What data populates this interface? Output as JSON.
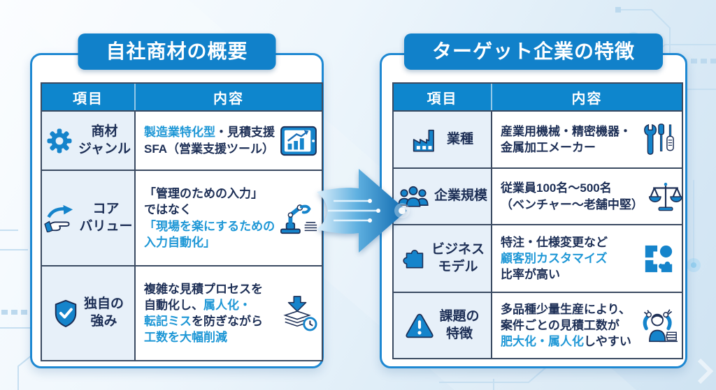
{
  "colors": {
    "accent": "#1e97d6",
    "dark": "#1c2e55",
    "header_bg": "#0e86cd",
    "badge_bg": "#1181ca",
    "item_bg": "#e7f0f9",
    "table_border": "#3a4a61",
    "card_border": "#1e88d2",
    "icon_blue": "#1584cb"
  },
  "left_card": {
    "title": "自社商材の概要",
    "columns": {
      "item": "項目",
      "content": "内容"
    },
    "rows": [
      {
        "icon": "gear-icon",
        "label": "商材\nジャンル",
        "content_icon": "tablet-chart-icon",
        "segments": [
          {
            "style": "accent",
            "text": "製造業特化型"
          },
          {
            "style": "dark",
            "text": "・見積支援\nSFA（営業支援ツール）"
          }
        ]
      },
      {
        "icon": "hand-arrow-icon",
        "label": "コア\nバリュー",
        "content_icon": "robot-arm-icon",
        "segments": [
          {
            "style": "dark",
            "text": "「管理のための入力」\nではなく\n"
          },
          {
            "style": "accent",
            "text": "「現場を楽にするための\n入力自動化」"
          }
        ]
      },
      {
        "icon": "shield-check-icon",
        "label": "独自の\n強み",
        "content_icon": "papers-clock-icon",
        "segments": [
          {
            "style": "dark",
            "text": "複雑な見積プロセスを\n自動化し、"
          },
          {
            "style": "accent",
            "text": "属人化・\n転記ミス"
          },
          {
            "style": "dark",
            "text": "を防ぎながら\n"
          },
          {
            "style": "accent",
            "text": "工数を大幅削減"
          }
        ]
      }
    ]
  },
  "right_card": {
    "title": "ターゲット企業の特徴",
    "columns": {
      "item": "項目",
      "content": "内容"
    },
    "rows": [
      {
        "icon": "factory-icon",
        "label": "業種",
        "content_icon": "tools-icon",
        "segments": [
          {
            "style": "dark",
            "text": "産業用機械・精密機器・\n金属加工メーカー"
          }
        ]
      },
      {
        "icon": "people-icon",
        "label": "企業規模",
        "content_icon": "scale-icon",
        "segments": [
          {
            "style": "dark",
            "text": "従業員100名～500名\n（ベンチャー～老舗中堅）"
          }
        ]
      },
      {
        "icon": "puzzle-icon",
        "label": "ビジネス\nモデル",
        "content_icon": "shapes-icon",
        "segments": [
          {
            "style": "dark",
            "text": "特注・仕様変更など\n"
          },
          {
            "style": "accent",
            "text": "顧客別カスタマイズ\n"
          },
          {
            "style": "dark",
            "text": "比率が高い"
          }
        ]
      },
      {
        "icon": "warning-icon",
        "label": "課題の\n特徴",
        "content_icon": "stressed-person-icon",
        "segments": [
          {
            "style": "dark",
            "text": "多品種少量生産により、\n案件ごとの見積工数が\n"
          },
          {
            "style": "accent",
            "text": "肥大化・属人化"
          },
          {
            "style": "dark",
            "text": "しやすい"
          }
        ]
      }
    ]
  },
  "arrow": {
    "icon": "flow-arrow-icon"
  }
}
